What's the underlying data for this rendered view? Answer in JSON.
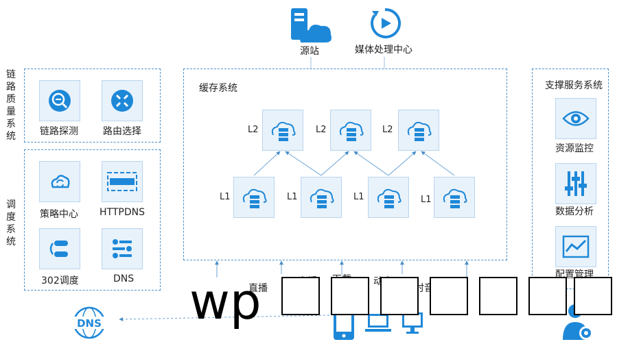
{
  "top": {
    "origin": "源站",
    "media": "媒体处理中心"
  },
  "link_quality": {
    "title": [
      "链",
      "路",
      "质",
      "量",
      "系",
      "统"
    ],
    "items": [
      "链路探测",
      "路由选择"
    ]
  },
  "scheduling": {
    "title": [
      "调",
      "度",
      "系",
      "统"
    ],
    "items": [
      "策略中心",
      "HTTPDNS",
      "302调度",
      "DNS"
    ]
  },
  "cache": {
    "title": "缓存系统",
    "l2": "L2",
    "l1": "L1"
  },
  "support": {
    "title": "支撑服务系统",
    "items": [
      "资源监控",
      "数据分析",
      "配置管理"
    ]
  },
  "bottom": {
    "labels": [
      "直播",
      "点播",
      "下载",
      "动态",
      "实时音视频"
    ],
    "dns_badge": "DNS"
  },
  "watermark": {
    "text": "wp"
  },
  "colors": {
    "accent": "#1e88d8",
    "tile": "#e8f2fb",
    "border": "#4a8fc8"
  }
}
